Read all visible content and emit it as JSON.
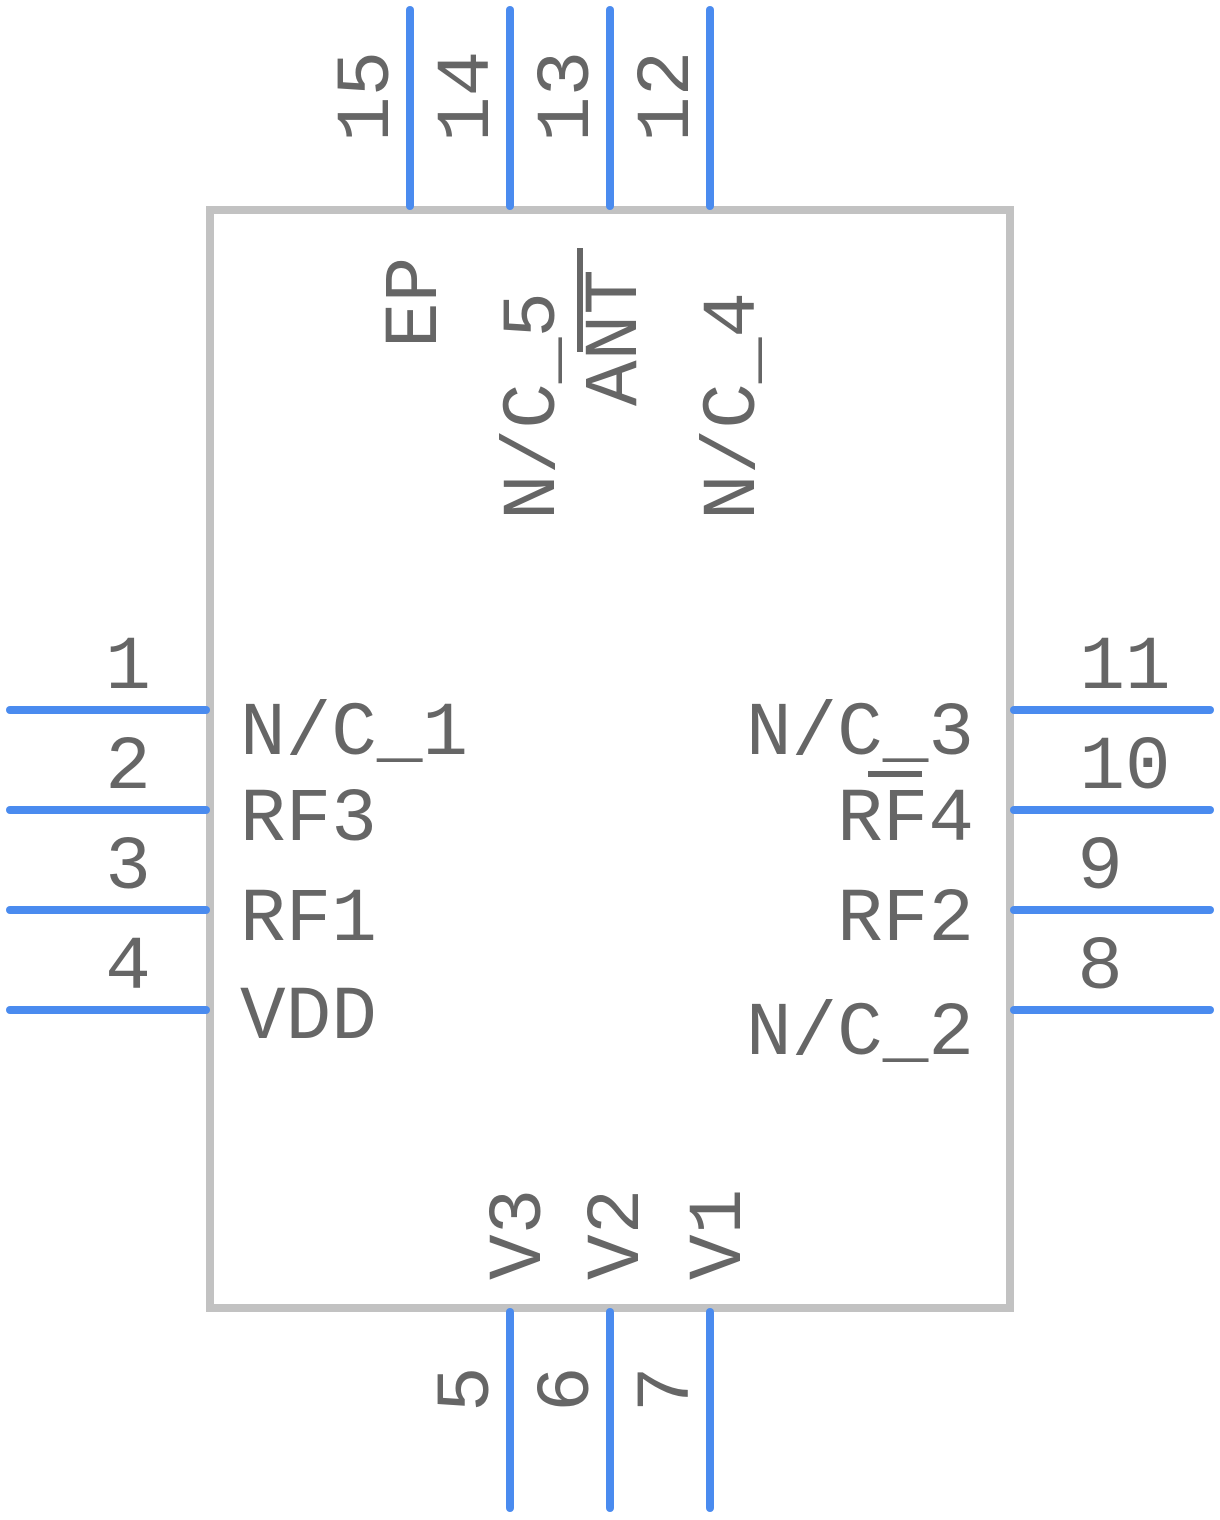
{
  "colors": {
    "body": "#c2c2c2",
    "pin": "#4a8bef",
    "text": "#666666",
    "background": "#ffffff"
  },
  "pins": {
    "left": [
      {
        "number": "1",
        "name": "N/C_1"
      },
      {
        "number": "2",
        "name": "RF3"
      },
      {
        "number": "3",
        "name": "RF1"
      },
      {
        "number": "4",
        "name": "VDD"
      }
    ],
    "bottom": [
      {
        "number": "5",
        "name": "V3"
      },
      {
        "number": "6",
        "name": "V2"
      },
      {
        "number": "7",
        "name": "V1"
      }
    ],
    "right": [
      {
        "number": "8",
        "name": "N/C_2"
      },
      {
        "number": "9",
        "name": "RF2"
      },
      {
        "number": "10",
        "name": "RF4"
      },
      {
        "number": "11",
        "name": "N/C_3"
      }
    ],
    "top": [
      {
        "number": "12",
        "name": "N/C_4"
      },
      {
        "number": "13",
        "name": "ANT"
      },
      {
        "number": "14",
        "name": "N/C_5"
      },
      {
        "number": "15",
        "name": "EP"
      }
    ]
  }
}
